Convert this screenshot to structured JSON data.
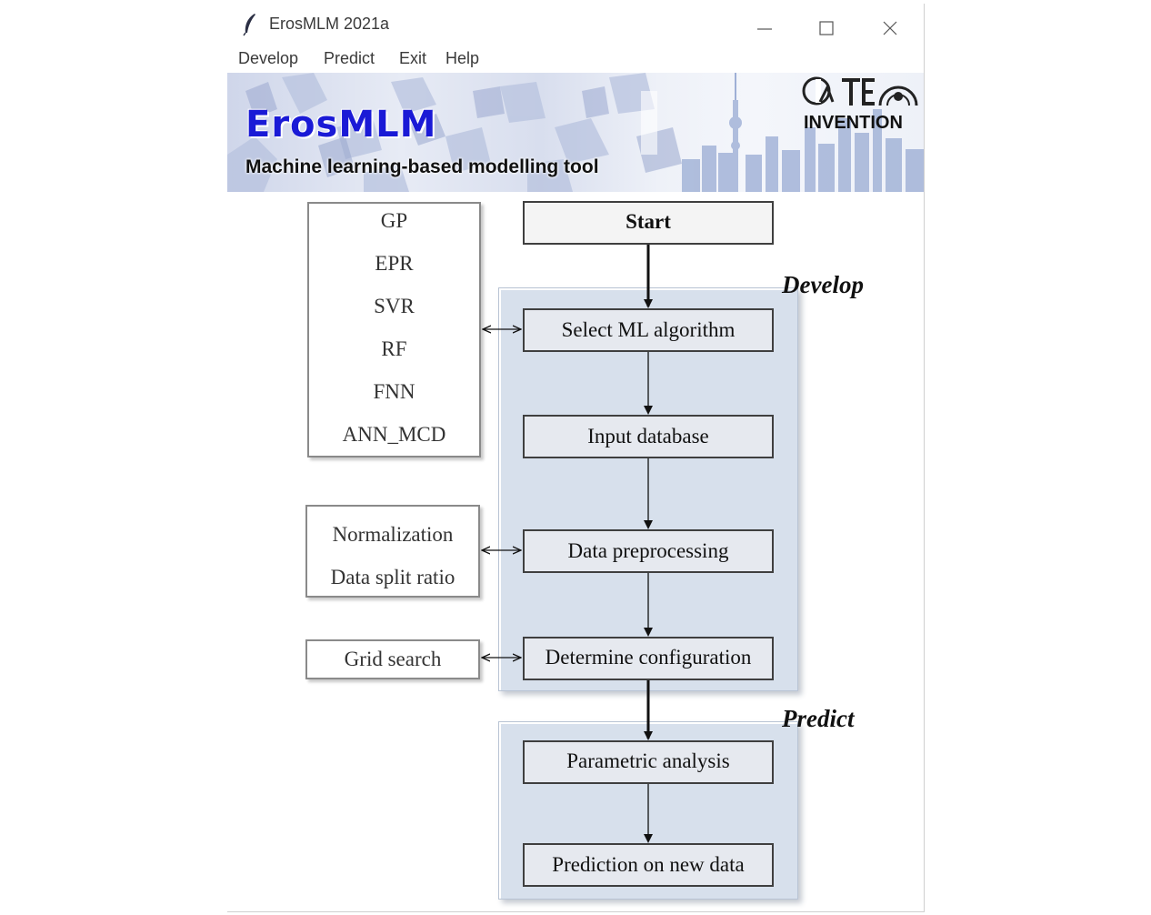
{
  "window": {
    "title": "ErosMLM 2021a",
    "controls": [
      "minimize-icon",
      "maximize-icon",
      "close-icon"
    ]
  },
  "menu": {
    "items": [
      "Develop",
      "Predict",
      "Exit",
      "Help"
    ]
  },
  "banner": {
    "logo_text": "ErosMLM",
    "subtitle": "Machine learning-based modelling tool",
    "partner_logo_caption": "INVENTION"
  },
  "flowchart": {
    "start": "Start",
    "develop_label": "Develop",
    "predict_label": "Predict",
    "steps": {
      "select_algorithm": "Select ML algorithm",
      "input_database": "Input database",
      "data_preprocessing": "Data preprocessing",
      "determine_configuration": "Determine configuration",
      "parametric_analysis": "Parametric analysis",
      "prediction_new_data": "Prediction on new data"
    },
    "algorithms": [
      "GP",
      "EPR",
      "SVR",
      "RF",
      "FNN",
      "ANN_MCD"
    ],
    "preprocessing_options": [
      "Normalization",
      "Data split ratio"
    ],
    "configuration_options": [
      "Grid search"
    ]
  },
  "colors": {
    "panel": "#d7e0ec",
    "logo": "#1a1ad6"
  }
}
